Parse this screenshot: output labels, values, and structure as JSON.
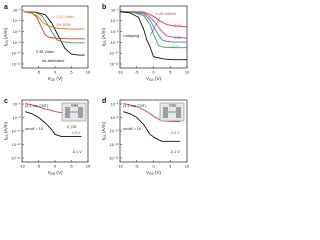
{
  "figure": {
    "panels": [
      {
        "id": "a",
        "ytick_labels": [
          "10⁻²",
          "10⁻⁴",
          "10⁻⁶",
          "10⁻⁸",
          "10⁻¹⁰",
          "10⁻¹²"
        ],
        "xtick_labels": [
          "-5",
          "0",
          "5",
          "10"
        ]
      },
      {
        "id": "b",
        "ytick_labels": [
          "10⁻²",
          "10⁻⁴",
          "10⁻⁶",
          "10⁻⁸",
          "10⁻¹⁰",
          "10⁻¹²"
        ],
        "xtick_labels": [
          "-10",
          "-5",
          "0",
          "5",
          "10"
        ]
      },
      {
        "id": "c",
        "ytick_labels": [
          "10⁻⁶",
          "10⁻⁸",
          "10⁻¹⁰",
          "10⁻¹²",
          "10⁻¹⁴"
        ],
        "xtick_labels": [
          "-10",
          "-5",
          "0",
          "5",
          "10"
        ],
        "inset_label": "Gate"
      },
      {
        "id": "d",
        "ytick_labels": [
          "10⁻⁶",
          "10⁻⁸",
          "10⁻¹⁰",
          "10⁻¹²",
          "10⁻¹⁴"
        ],
        "xtick_labels": [
          "-10",
          "-5",
          "0",
          "5",
          "10"
        ],
        "inset_label": "Gate"
      }
    ]
  },
  "chart_data": [
    {
      "panel": "a",
      "type": "line",
      "xlabel": "V_GS (V)",
      "ylabel": "I_DS (A/m)",
      "yscale": "log",
      "xlim": [
        -10,
        10
      ],
      "ylim": [
        1e-12,
        0.1
      ],
      "grid": false,
      "annotations": [
        "1.20 V/dec",
        "1% SS%",
        "0.35 V/dec",
        "As-fabricated"
      ],
      "series": [
        {
          "color": "#111111",
          "x": [
            -9.5,
            -6,
            -3,
            -1,
            1,
            3,
            5,
            7,
            9
          ],
          "y": [
            0.01,
            0.008,
            0.003,
            0.0001,
            5e-07,
            3e-09,
            3e-10,
            2e-10,
            2e-10
          ]
        },
        {
          "color": "#22a845",
          "x": [
            -9.5,
            -6,
            -4,
            -2.5,
            -1,
            0.5,
            2,
            5,
            9
          ],
          "y": [
            0.009,
            0.007,
            0.002,
            0.0001,
            3e-06,
            1e-07,
            5e-08,
            3e-08,
            3e-08
          ]
        },
        {
          "color": "#e53935",
          "x": [
            -9.5,
            -7,
            -5.5,
            -4.2,
            -3,
            -2,
            0,
            4,
            9
          ],
          "y": [
            0.01,
            0.006,
            0.001,
            2e-05,
            8e-07,
            3e-07,
            2e-07,
            1.5e-07,
            1.5e-07
          ]
        },
        {
          "color": "#ef6c00",
          "x": [
            -9.5,
            -7,
            -5.5,
            -4.5,
            -3.5,
            -2,
            1,
            5,
            9
          ],
          "y": [
            0.01,
            0.005,
            0.002,
            0.0005,
            0.0001,
            3e-05,
            1e-05,
            8e-06,
            8e-06
          ]
        }
      ]
    },
    {
      "panel": "b",
      "type": "line",
      "xlabel": "V_GS (V)",
      "ylabel": "I_DS (A/m)",
      "yscale": "log",
      "xlim": [
        -10,
        10
      ],
      "ylim": [
        1e-12,
        0.1
      ],
      "grid": false,
      "annotations": [
        "0.08 mM/ml",
        "0.04",
        "0.02",
        "0.01",
        "Undoping"
      ],
      "series": [
        {
          "name": "0.08 mM/ml",
          "color": "#e53935",
          "x": [
            -10,
            -6,
            -3,
            -1,
            0.5,
            2,
            4,
            6,
            10
          ],
          "y": [
            0.01,
            0.01,
            0.009,
            0.003,
            0.001,
            0.0002,
            5e-05,
            3e-05,
            2e-05
          ]
        },
        {
          "name": "0.04",
          "color": "#ec407a",
          "x": [
            -10,
            -6,
            -3,
            -1,
            1,
            2.5,
            4,
            6,
            10
          ],
          "y": [
            0.01,
            0.009,
            0.007,
            0.001,
            5e-05,
            3e-06,
            5e-07,
            3e-07,
            2e-07
          ]
        },
        {
          "name": "0.02",
          "color": "#1e88e5",
          "x": [
            -10,
            -6,
            -3,
            -1,
            1,
            2.5,
            4,
            6,
            10
          ],
          "y": [
            0.01,
            0.008,
            0.004,
            0.0003,
            2e-06,
            1e-07,
            5e-08,
            4e-08,
            4e-08
          ]
        },
        {
          "name": "0.01",
          "color": "#43a047",
          "x": [
            -10,
            -6,
            -3,
            -1,
            0,
            1.5,
            3,
            6,
            10
          ],
          "y": [
            0.01,
            0.007,
            0.002,
            5e-05,
            1e-06,
            1e-08,
            5e-09,
            4e-09,
            4e-09
          ]
        },
        {
          "name": "Undoping",
          "color": "#111111",
          "x": [
            -10,
            -7,
            -4.5,
            -3,
            -2,
            -1,
            0,
            3,
            6,
            10
          ],
          "y": [
            0.01,
            0.006,
            0.001,
            1e-05,
            1e-07,
            5e-09,
            1e-10,
            4e-11,
            3e-11,
            3e-11
          ]
        }
      ]
    },
    {
      "panel": "c",
      "type": "line",
      "xlabel": "V_GS (V)",
      "ylabel": "I_DS (A/m)",
      "yscale": "log",
      "xlim": [
        -10,
        10
      ],
      "ylim": [
        1e-14,
        1e-05
      ],
      "grid": false,
      "annotations": [
        "(1.1-nm CNT)",
        "on/off = 10",
        "V_DS",
        "0.5 V",
        "-0.1 V"
      ],
      "series": [
        {
          "name": "-0.5 V",
          "color": "#e53935",
          "x": [
            -9,
            -7,
            -5,
            -3,
            -1,
            0,
            2,
            5,
            8
          ],
          "y": [
            3e-06,
            2e-06,
            1e-06,
            5e-07,
            3e-07,
            2e-07,
            1.5e-07,
            1.2e-07,
            1e-07
          ]
        },
        {
          "name": "-0.1 V",
          "color": "#111111",
          "x": [
            -9,
            -7,
            -5,
            -3,
            -1,
            0,
            2,
            5,
            8
          ],
          "y": [
            2e-07,
            1e-07,
            3e-08,
            5e-09,
            5e-10,
            1e-10,
            5e-11,
            5e-11,
            5e-11
          ]
        }
      ]
    },
    {
      "panel": "d",
      "type": "line",
      "xlabel": "V_GS (V)",
      "ylabel": "I_DS (A/m)",
      "yscale": "log",
      "xlim": [
        -10,
        10
      ],
      "ylim": [
        1e-14,
        1e-05
      ],
      "grid": false,
      "annotations": [
        "(1.1-nm CNT)",
        "on/off = 10",
        "-0.5 V",
        "-0.1 V"
      ],
      "series": [
        {
          "name": "-0.5 V",
          "color": "#e53935",
          "x": [
            -9,
            -7,
            -5,
            -3,
            -1,
            0.5,
            2.5,
            5,
            8
          ],
          "y": [
            3e-06,
            2e-06,
            1e-06,
            4e-07,
            1e-07,
            3e-08,
            1e-08,
            8e-09,
            7e-09
          ]
        },
        {
          "name": "-0.1 V",
          "color": "#111111",
          "x": [
            -9,
            -7,
            -5,
            -3,
            -1,
            0.5,
            2.5,
            5,
            8
          ],
          "y": [
            2e-07,
            1e-07,
            3e-08,
            3e-09,
            1e-10,
            3e-11,
            1e-11,
            1e-11,
            1e-11
          ]
        }
      ]
    }
  ]
}
